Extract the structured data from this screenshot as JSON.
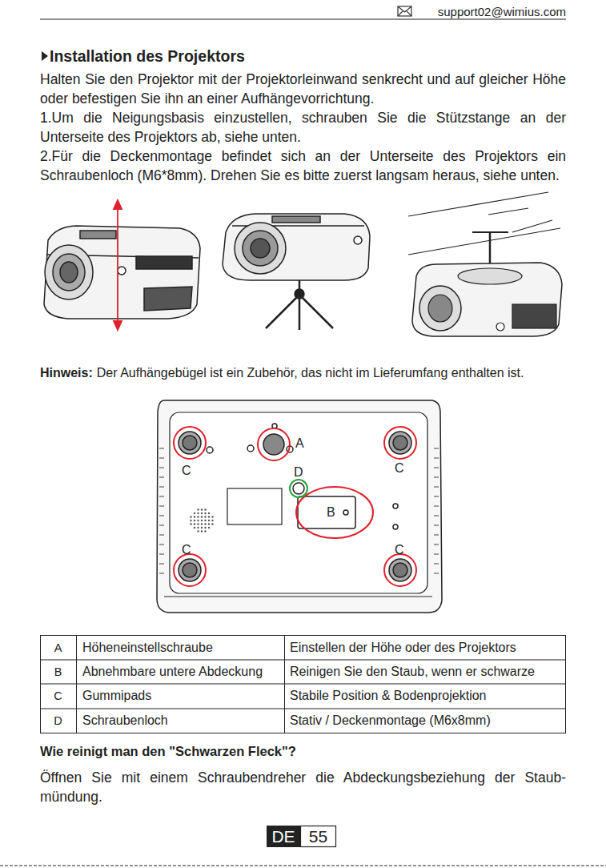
{
  "diagram": {
    "title": "Installation des Projektors",
    "labels": [
      "support02@wimius.com",
      "Halten Sie den Projektor mit der Projektorleinwand senkrecht und auf gleicher Höhe oder befestigen Sie ihn an einer Aufhängevorrichtung.",
      "1.Um die Neigungsbasis einzustellen, schrauben Sie die Stützstange an der Unterseite des Projektors ab, siehe unten.",
      "2.Für die Deckenmontage befindet sich an der Unterseite des Projektors ein Schraubenloch (M6*8mm). Drehen Sie es bitte zuerst langsam heraus, siehe unten.",
      "Hinweis:",
      "Der Aufhängebügel ist ein Zubehör, das nicht im Lieferumfang enthalten ist.",
      "A",
      "C",
      "C",
      "D",
      "B",
      "C",
      "C",
      "A",
      "Höheneinstellschraube",
      "Einstellen der Höhe oder des Projektors",
      "B",
      "Abnehmbare untere Abdeckung",
      "Reinigen Sie den Staub, wenn er schwarze",
      "C",
      "Gummipads",
      "Stabile Position & Bodenprojektion",
      "D",
      "Schraubenloch",
      "Stativ / Deckenmontage (M6x8mm)",
      "Wie reinigt man den \"Schwarzen Fleck\"?",
      "Öffnen Sie mit einem Schraubendreher die Abdeckungsbeziehung der Staub- mündung.",
      "DE",
      "55"
    ]
  }
}
